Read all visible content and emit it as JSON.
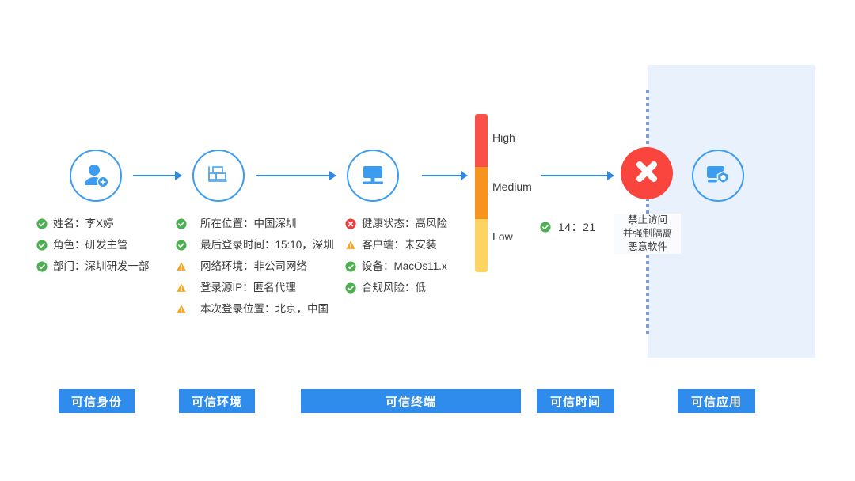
{
  "zones": {
    "application_zone_color": "#e8f1fc",
    "divider_color": "#7f9ec9"
  },
  "nodes": [
    {
      "name": "identity",
      "icon": "user-add-icon"
    },
    {
      "name": "environment",
      "icon": "brick-wall-icon"
    },
    {
      "name": "device",
      "icon": "desktop-monitor-icon"
    },
    {
      "name": "application",
      "icon": "monitor-settings-icon"
    }
  ],
  "identity_attributes": [
    {
      "status": "ok",
      "text": "姓名：李X婷"
    },
    {
      "status": "ok",
      "text": "角色：研发主管"
    },
    {
      "status": "ok",
      "text": "部门：深圳研发一部"
    }
  ],
  "environment_attributes": [
    {
      "status": "ok",
      "text": "所在位置：中国深圳"
    },
    {
      "status": "ok",
      "text": "最后登录时间：15:10，深圳"
    },
    {
      "status": "warning",
      "text": "网络环境：非公司网络"
    },
    {
      "status": "warning",
      "text": "登录源IP：匿名代理"
    },
    {
      "status": "warning",
      "text": "本次登录位置：北京，中国"
    }
  ],
  "device_attributes": [
    {
      "status": "error",
      "text": "健康状态：高风险"
    },
    {
      "status": "warning",
      "text": "客户端：未安装"
    },
    {
      "status": "ok",
      "text": "设备：MacOs11.x"
    },
    {
      "status": "ok",
      "text": "合规风险：低"
    }
  ],
  "risk_gauge": {
    "levels": [
      {
        "label": "High",
        "color": "#f9504a"
      },
      {
        "label": "Medium",
        "color": "#f7941d"
      },
      {
        "label": "Low",
        "color": "#fcd462"
      }
    ]
  },
  "trusted_time": {
    "status": "ok",
    "value": "14：21"
  },
  "decision": {
    "icon": "deny-cross-icon",
    "color": "#f9453e",
    "caption_lines": [
      "禁止访问",
      "并强制隔离",
      "恶意软件"
    ]
  },
  "pillars": [
    {
      "key": "identity",
      "label": "可信身份"
    },
    {
      "key": "environment",
      "label": "可信环境"
    },
    {
      "key": "device",
      "label": "可信终端"
    },
    {
      "key": "time",
      "label": "可信时间"
    },
    {
      "key": "application",
      "label": "可信应用"
    }
  ],
  "status_colors": {
    "ok": "#4caf50",
    "warning": "#f5a623",
    "error": "#ef3b3b"
  }
}
